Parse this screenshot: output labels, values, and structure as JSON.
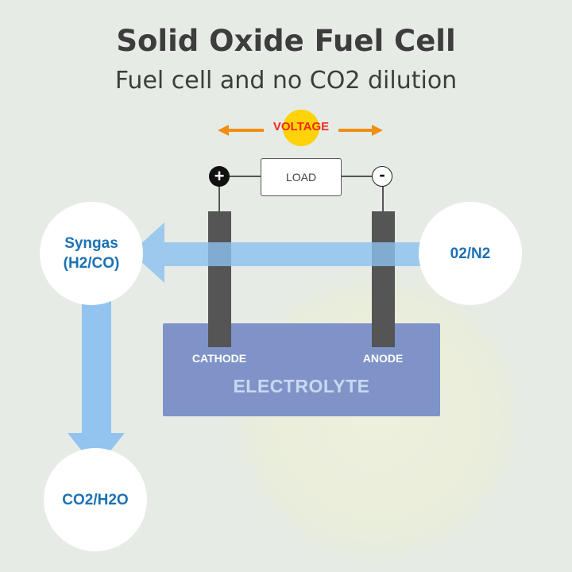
{
  "title": "Solid Oxide Fuel Cell",
  "subtitle": "Fuel cell and no CO2 dilution",
  "circuit": {
    "voltage_label": "VOLTAGE",
    "load_label": "LOAD",
    "positive_symbol": "+",
    "negative_symbol": "-"
  },
  "cell": {
    "cathode_label": "CATHODE",
    "anode_label": "ANODE",
    "electrolyte_label": "ELECTROLYTE"
  },
  "nodes": {
    "syngas_line1": "Syngas",
    "syngas_line2": "(H2/CO)",
    "o2_n2": "02/N2",
    "co2_h2o": "CO2/H2O"
  },
  "colors": {
    "background": "#e6ebe6",
    "title_text": "#3d3d3d",
    "voltage_arrow": "#f28e12",
    "voltage_text": "#ef2a15",
    "voltage_highlight": "#ffd20a",
    "electrolyte": "#7f93c9",
    "electrode": "#555555",
    "flow_arrow": "#8cc0f0",
    "node_text": "#1b72b4"
  }
}
